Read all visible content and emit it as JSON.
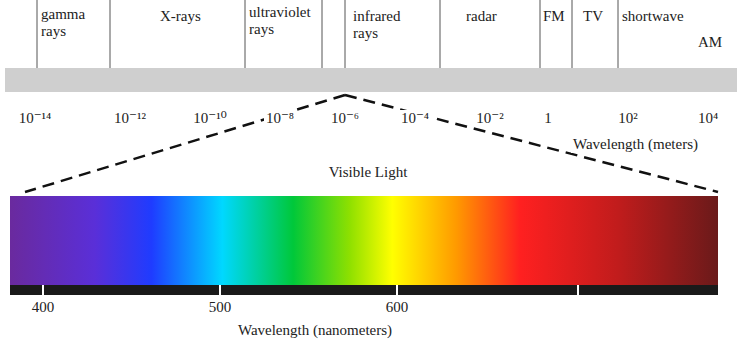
{
  "diagram": {
    "labels": [
      "gamma rays",
      "X-rays",
      "ultraviolet rays",
      "infrared rays",
      "radar",
      "FM",
      "TV",
      "shortwave",
      "AM",
      "10⁻¹⁴",
      "10⁻¹²",
      "10⁻¹⁰",
      "10⁻⁸",
      "10⁻⁶",
      "10⁻⁴",
      "10⁻²",
      "1",
      "10²",
      "10⁴",
      "Wavelength (meters)",
      "Visible Light",
      "400",
      "500",
      "600",
      "Wavelength (nanometers)"
    ]
  }
}
